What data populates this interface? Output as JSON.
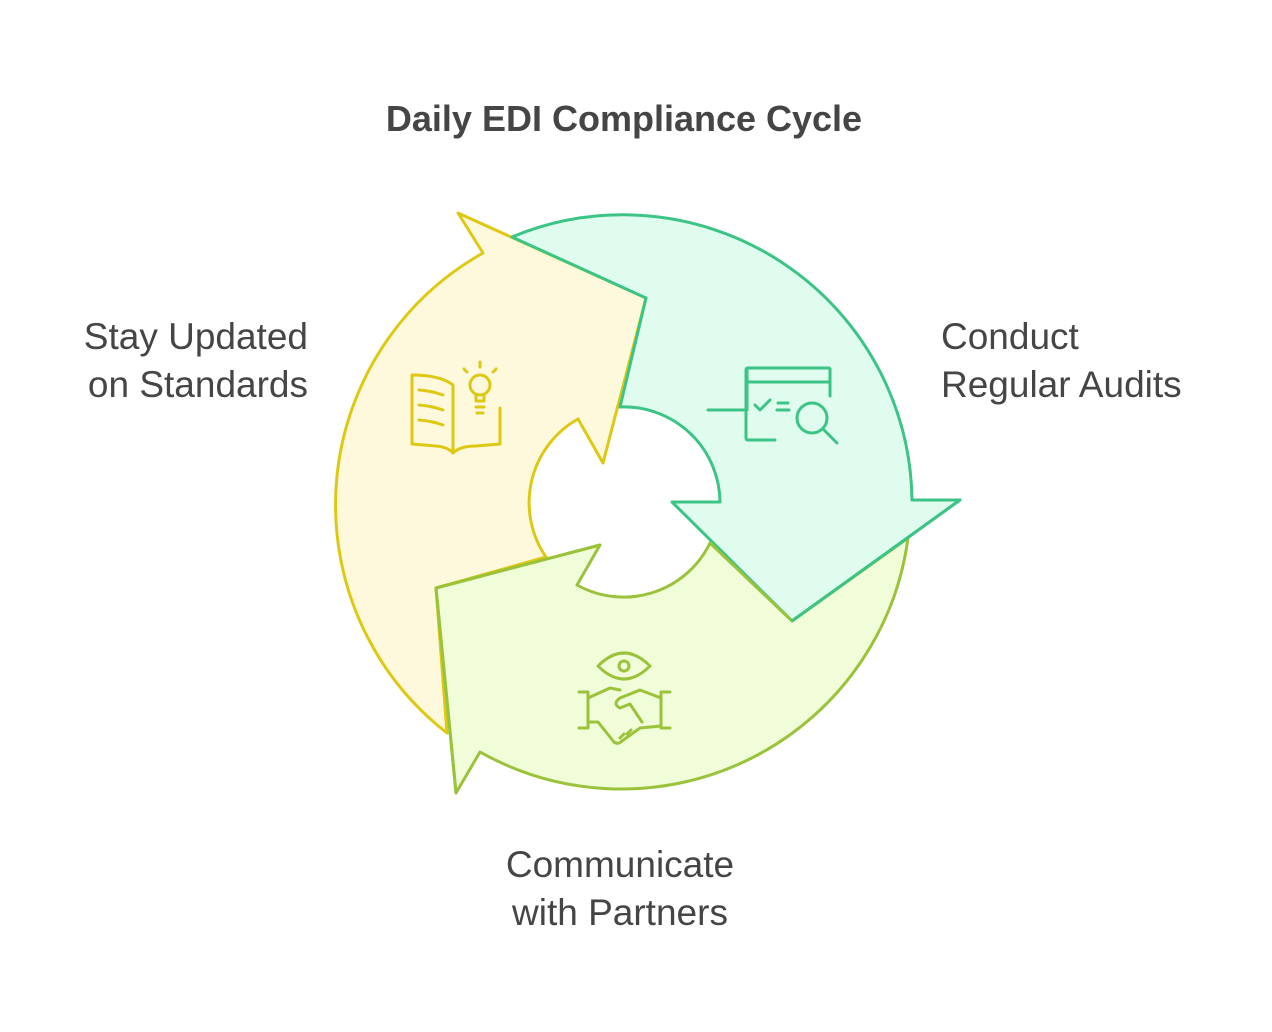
{
  "title": "Daily EDI Compliance Cycle",
  "steps": [
    {
      "line1": "Stay Updated",
      "line2": "on Standards",
      "icon": "book-lightbulb-icon",
      "stroke": "#dfc814",
      "fill": "#fef9dc"
    },
    {
      "line1": "Conduct",
      "line2": "Regular Audits",
      "icon": "audit-magnifier-icon",
      "stroke": "#3bc486",
      "fill": "#e0fcef"
    },
    {
      "line1": "Communicate",
      "line2": "with Partners",
      "icon": "handshake-eye-icon",
      "stroke": "#9ac23a",
      "fill": "#f1fcd9"
    }
  ]
}
